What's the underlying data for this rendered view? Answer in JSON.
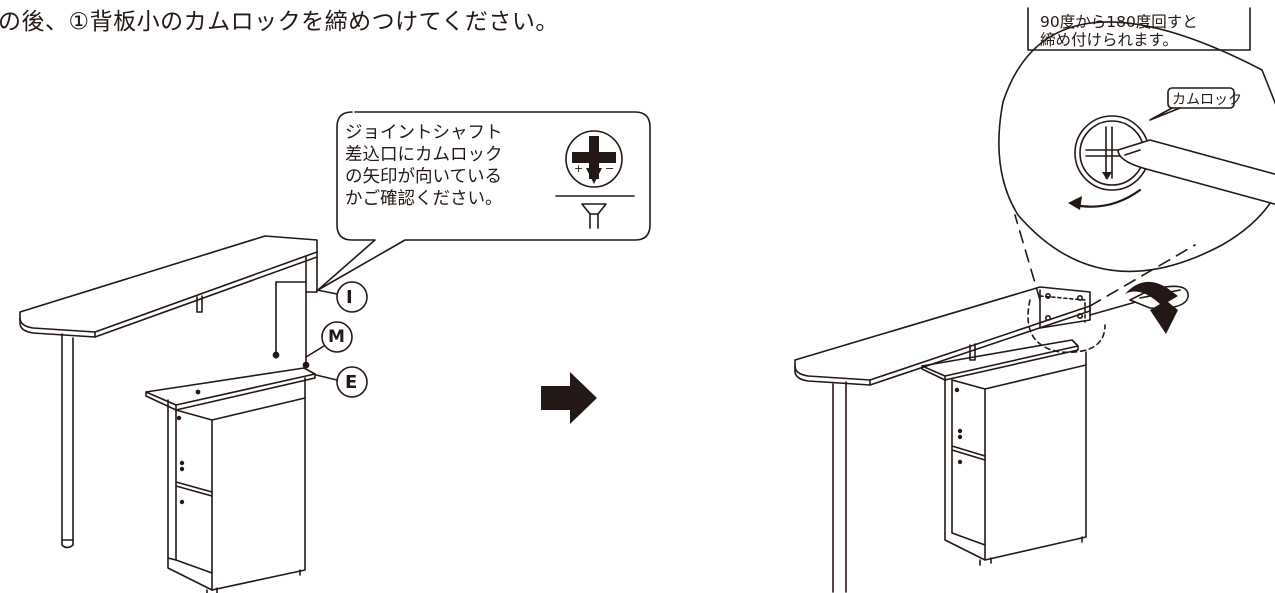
{
  "instruction": "の後、①背板小のカムロックを締めつけてください。",
  "callout_note": "ジョイントシャフト\n差込口にカムロック\nの矢印が向いている\nかご確認ください。",
  "markers": {
    "i": "I",
    "m": "M",
    "e": "E"
  },
  "rotation_note": "90度から180度回すと\n締め付けられます。",
  "camlock_label": "カムロック",
  "symbol_plus": "+",
  "symbol_minus": "−"
}
